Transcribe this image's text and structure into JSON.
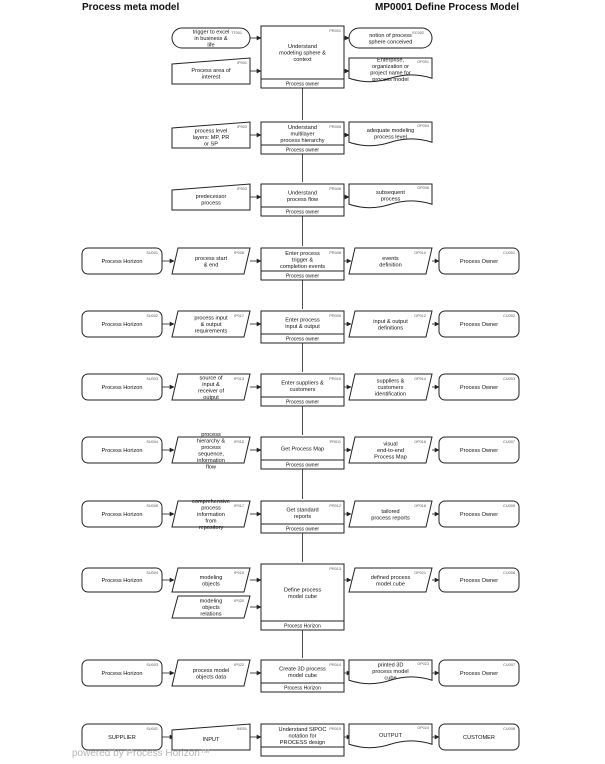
{
  "header": {
    "left_title": "Process meta model",
    "right_title": "MP0001 Define Process Model"
  },
  "footer": {
    "text": "powered by Process Horizon™"
  },
  "rows": [
    {
      "shapes": [
        {
          "type": "trigger",
          "label": "trigger to excel in business & life",
          "code": "TT001"
        },
        {
          "type": "input",
          "label": "Process area of interest",
          "code": "IP001"
        },
        {
          "type": "process",
          "label": "Understand modeling sphere & context",
          "code": "PR001",
          "owner": "Process owner"
        },
        {
          "type": "trigger",
          "label": "notion of process sphere conceived",
          "code": "EC002"
        },
        {
          "type": "output",
          "label": "Enterprise, organization or project name for process model",
          "code": "OP001"
        }
      ]
    },
    {
      "shapes": [
        {
          "type": "input",
          "label": "process level layers: MP, PR or SP",
          "code": "IP003"
        },
        {
          "type": "process",
          "label": "Understand multilayer process hierarchy",
          "code": "PR005",
          "owner": "Process owner"
        },
        {
          "type": "output",
          "label": "adequate modeling process level",
          "code": "OP004"
        }
      ]
    },
    {
      "shapes": [
        {
          "type": "input",
          "label": "predecessor process",
          "code": "IP003"
        },
        {
          "type": "process",
          "label": "Understand process flow",
          "code": "PR006",
          "owner": "Process owner"
        },
        {
          "type": "output",
          "label": "subsequent process",
          "code": "OP006"
        }
      ]
    },
    {
      "shapes": [
        {
          "type": "box",
          "label": "Process Horizon",
          "code": "SU001"
        },
        {
          "type": "para",
          "label": "process start & end",
          "code": "IP008"
        },
        {
          "type": "process",
          "label": "Enter process trigger & completion events",
          "code": "PR008",
          "owner": "Process owner"
        },
        {
          "type": "para",
          "label": "events definition",
          "code": "OP010"
        },
        {
          "type": "box",
          "label": "Process Owner",
          "code": "CU001"
        }
      ]
    },
    {
      "shapes": [
        {
          "type": "box",
          "label": "Process Horizon",
          "code": "SU002"
        },
        {
          "type": "para",
          "label": "process input & output requirements",
          "code": "IP017"
        },
        {
          "type": "process",
          "label": "Enter process input & output",
          "code": "PR009",
          "owner": "Process owner"
        },
        {
          "type": "para",
          "label": "input & output definitions",
          "code": "OP012"
        },
        {
          "type": "box",
          "label": "Process Owner",
          "code": "CU002"
        }
      ]
    },
    {
      "shapes": [
        {
          "type": "box",
          "label": "Process Horizon",
          "code": "SU003"
        },
        {
          "type": "para",
          "label": "source of input & receiver of output",
          "code": "IP013"
        },
        {
          "type": "process",
          "label": "Enter suppliers & customers",
          "code": "PR010",
          "owner": "Process owner"
        },
        {
          "type": "para",
          "label": "suppliers & customers identification",
          "code": "OP014"
        },
        {
          "type": "box",
          "label": "Process Owner",
          "code": "CU003"
        }
      ]
    },
    {
      "shapes": [
        {
          "type": "box",
          "label": "Process Horizon",
          "code": "SU004"
        },
        {
          "type": "para",
          "label": "process hierarchy & process sequence, information flow",
          "code": "IP015"
        },
        {
          "type": "process",
          "label": "Get Process Map",
          "code": "PR011",
          "owner": "Process owner"
        },
        {
          "type": "para",
          "label": "visual end-to-end Process Map",
          "code": "OP016"
        },
        {
          "type": "box",
          "label": "Process Owner",
          "code": "CU007"
        }
      ]
    },
    {
      "shapes": [
        {
          "type": "box",
          "label": "Process Horizon",
          "code": "SU005"
        },
        {
          "type": "para",
          "label": "comprehensive process information from repository",
          "code": "IP017"
        },
        {
          "type": "process",
          "label": "Get standard reports",
          "code": "PR012",
          "owner": "Process owner"
        },
        {
          "type": "para",
          "label": "tailored process reports",
          "code": "OP018"
        },
        {
          "type": "box",
          "label": "Process Owner",
          "code": "CU005"
        }
      ]
    },
    {
      "shapes": [
        {
          "type": "box",
          "label": "Process Horizon",
          "code": "SU004"
        },
        {
          "type": "para",
          "label": "modeling objects",
          "code": "IP019"
        },
        {
          "type": "para",
          "label": "modeling objects relations",
          "code": "IP020"
        },
        {
          "type": "process",
          "label": "Define process model cube",
          "code": "PR013",
          "owner": "Process Horizon"
        },
        {
          "type": "para",
          "label": "defined process model cube",
          "code": "OP021"
        },
        {
          "type": "box",
          "label": "Process Owner",
          "code": "CU006"
        }
      ]
    },
    {
      "shapes": [
        {
          "type": "box",
          "label": "Process Horizon",
          "code": "SU003"
        },
        {
          "type": "para",
          "label": "process model objects data",
          "code": "IP022"
        },
        {
          "type": "process",
          "label": "Create 3D process model cube",
          "code": "PR014",
          "owner": "Process Horizon"
        },
        {
          "type": "output",
          "label": "printed 3D process model cube",
          "code": "OP023"
        },
        {
          "type": "box",
          "label": "Process Owner",
          "code": "CU007"
        }
      ]
    },
    {
      "shapes": [
        {
          "type": "box",
          "label": "SUPPLIER",
          "code": "SU001"
        },
        {
          "type": "input",
          "label": "INPUT",
          "code": "IN001"
        },
        {
          "type": "process",
          "label": "Understand SIPOC notation for PROCESS design",
          "code": "PR015",
          "owner": ""
        },
        {
          "type": "output",
          "label": "OUTPUT",
          "code": "OP024"
        },
        {
          "type": "box",
          "label": "CUSTOMER",
          "code": "CU008"
        }
      ]
    }
  ],
  "colors": {
    "stroke": "#222222",
    "text": "#111111",
    "code": "#555555",
    "fill": "#ffffff"
  }
}
